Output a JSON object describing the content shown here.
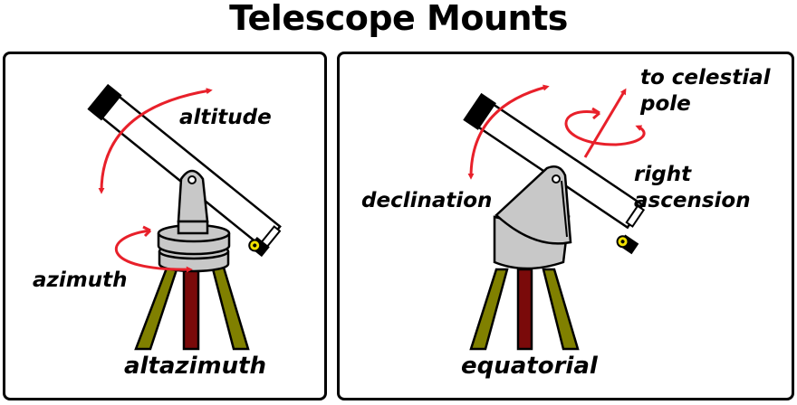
{
  "title": "Telescope Mounts",
  "left_panel": {
    "caption": "altazimuth",
    "labels": {
      "altitude": "altitude",
      "azimuth": "azimuth"
    }
  },
  "right_panel": {
    "caption": "equatorial",
    "labels": {
      "declination": "declination",
      "pole_line1": "to celestial",
      "pole_line2": "pole",
      "ra_line1": "right",
      "ra_line2": "ascension"
    }
  },
  "colors": {
    "arrow": "#e8202a",
    "tripod_leg": "#808000",
    "tripod_center": "#7a0a0a",
    "mount": "#c8c8c8",
    "knob": "#f0e000"
  }
}
